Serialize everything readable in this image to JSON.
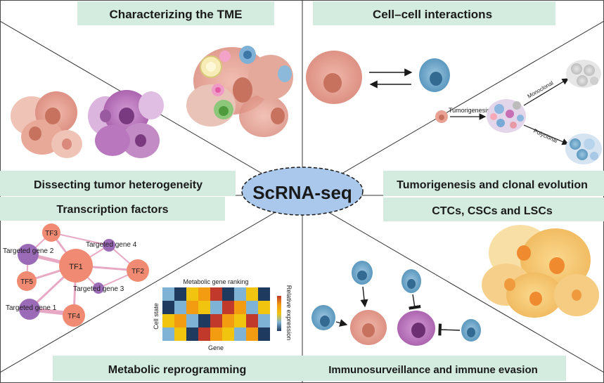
{
  "center_label": "ScRNA-seq",
  "panels": {
    "tme": "Characterizing the TME",
    "cell_interactions": "Cell–cell interactions",
    "heterogeneity": "Dissecting tumor heterogeneity",
    "tumorigenesis": "Tumorigenesis and clonal evolution",
    "transcription": "Transcription factors",
    "ctcs": "CTCs, CSCs and LSCs",
    "metabolic": "Metabolic reprogramming",
    "immuno": "Immunosurveillance and immune evasion"
  },
  "clonal": {
    "tumorigenesis_label": "Tumorigenesis",
    "monoclonal_label": "Monoclonal",
    "polyclonal_label": "Polyclonal"
  },
  "network": {
    "nodes": [
      "TF1",
      "TF2",
      "TF3",
      "TF4",
      "TF5",
      "Targeted gene 1",
      "Targeted gene 2",
      "Targeted gene 3",
      "Targeted gene 4"
    ]
  },
  "heatmap": {
    "title": "Metabolic gene ranking",
    "xlabel": "Gene",
    "ylabel": "Cell state",
    "legend_label": "Relative expression",
    "legend_colors": [
      "#c0392b",
      "#f39c12",
      "#f1c40f",
      "#7fb3d5",
      "#1f3a5f"
    ]
  },
  "colors": {
    "panel_band": "#d4ece0",
    "center_fill": "#a9c8ec",
    "tumor_pink": "#e8a193",
    "tumor_purple": "#b46bb8",
    "immune_blue": "#6aa5c9",
    "ctc_yellow": "#f5c26b",
    "tf_node": "#f08a72",
    "gene_node": "#9b6bb8"
  }
}
